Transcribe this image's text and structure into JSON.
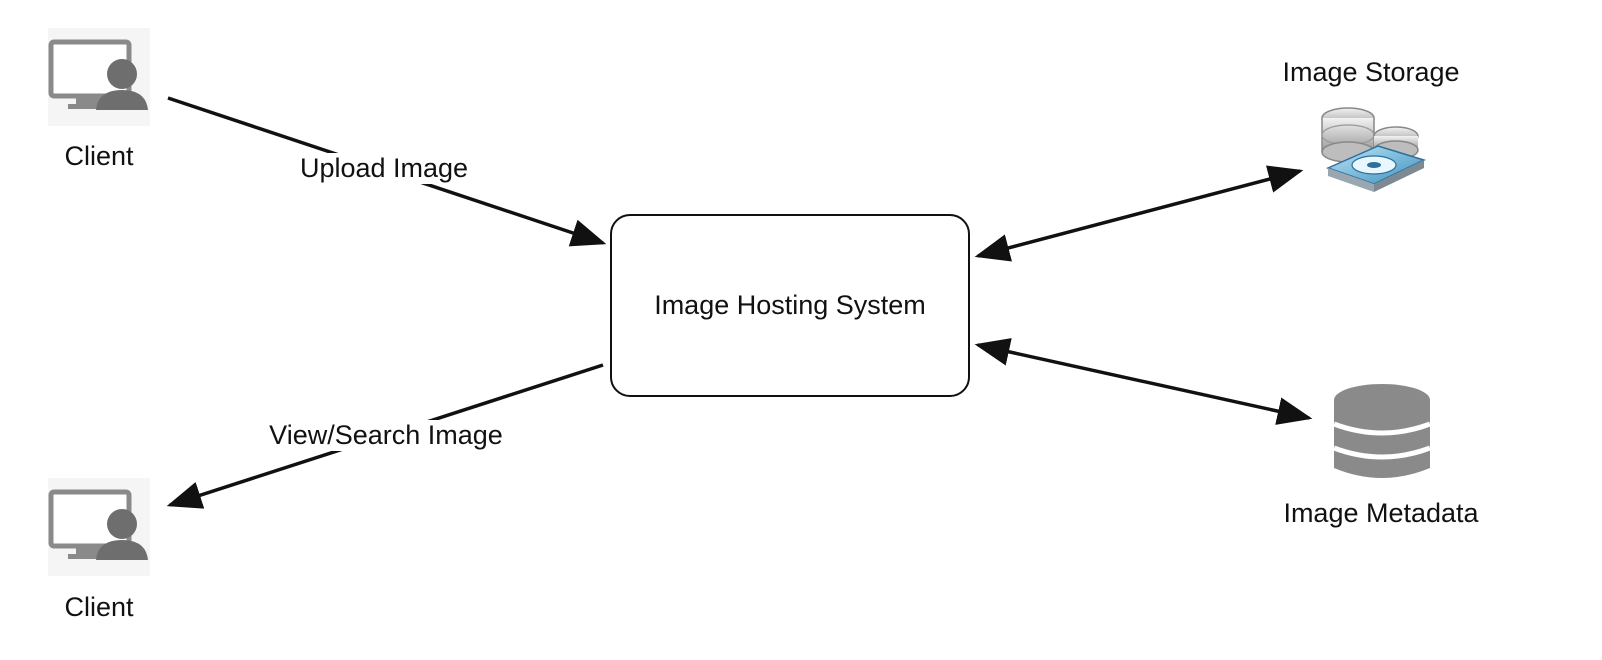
{
  "nodes": {
    "client_top": {
      "label": "Client",
      "icon": "client-computer-user-icon"
    },
    "client_bottom": {
      "label": "Client",
      "icon": "client-computer-user-icon"
    },
    "hub": {
      "label": "Image Hosting System"
    },
    "storage": {
      "label": "Image Storage",
      "icon": "disk-storage-icon"
    },
    "metadata": {
      "label": "Image Metadata",
      "icon": "database-icon"
    }
  },
  "edges": {
    "upload": {
      "label": "Upload Image",
      "from": "client_top",
      "to": "hub",
      "direction": "one-way"
    },
    "view_search": {
      "label": "View/Search Image",
      "from": "hub",
      "to": "client_bottom",
      "direction": "one-way"
    },
    "hub_storage": {
      "from": "hub",
      "to": "storage",
      "direction": "two-way"
    },
    "hub_metadata": {
      "from": "hub",
      "to": "metadata",
      "direction": "two-way"
    }
  },
  "colors": {
    "line": "#111111",
    "icon_gray": "#8a8a8a",
    "icon_dark": "#6e6e6e",
    "background": "#ffffff"
  }
}
